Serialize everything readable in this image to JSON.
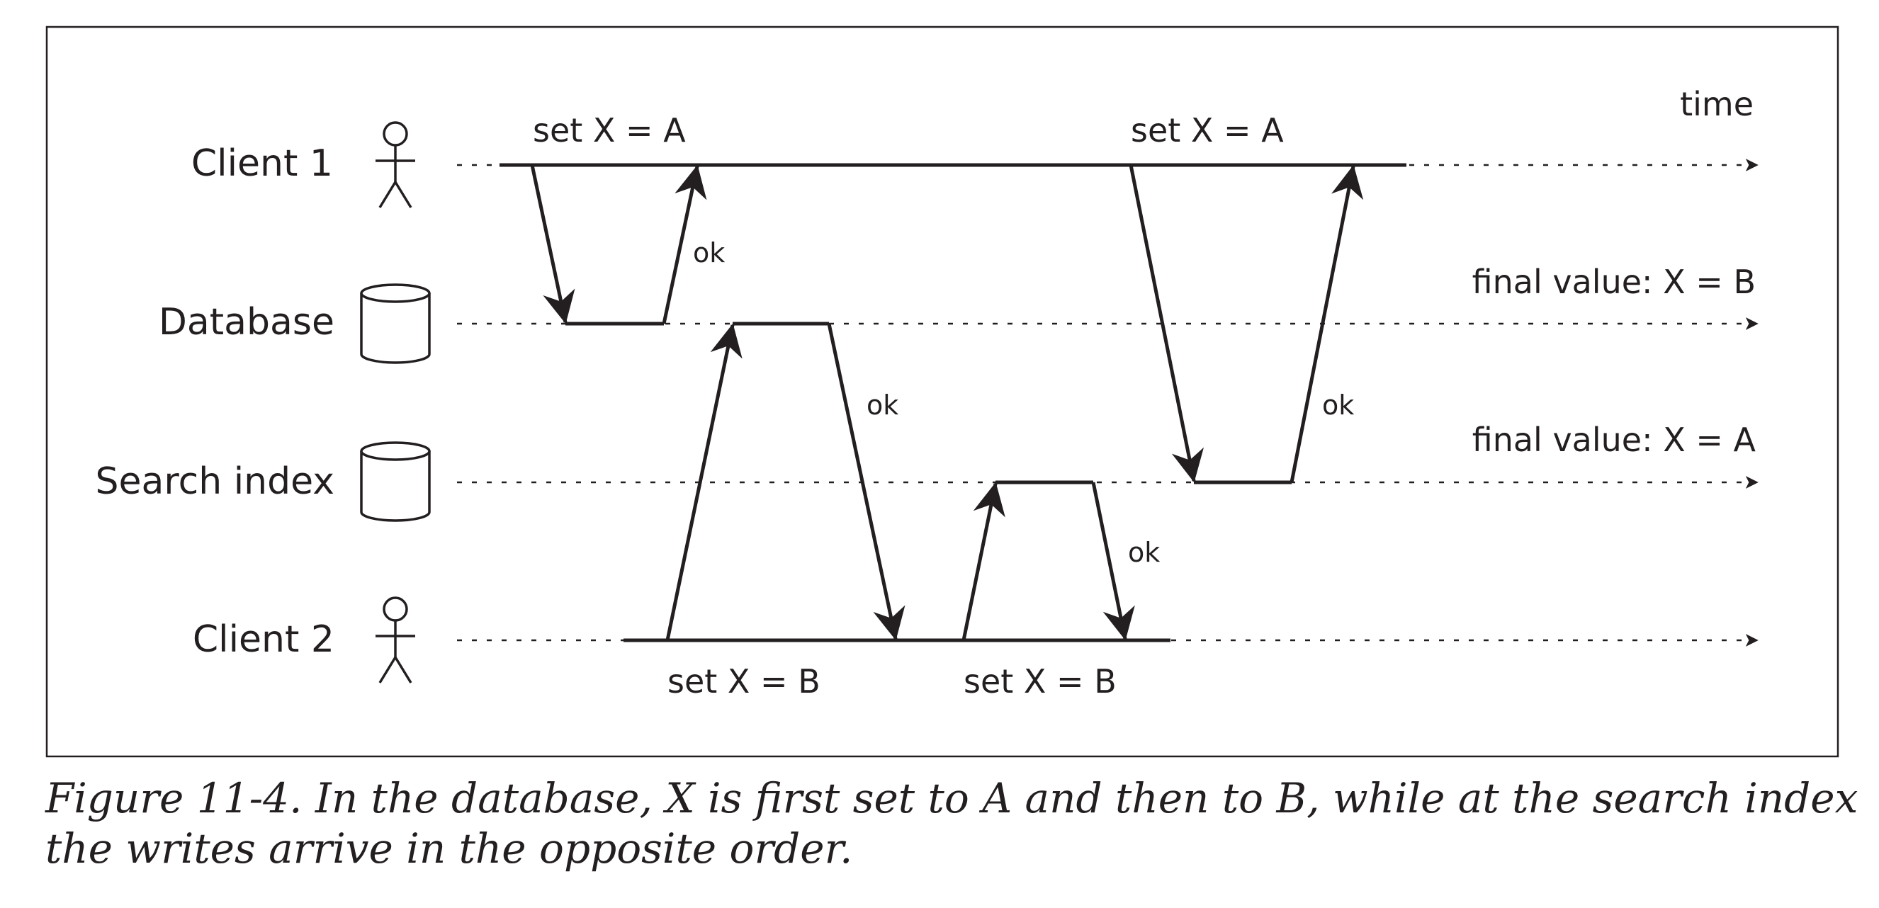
{
  "diagram": {
    "time_label": "time",
    "lanes": [
      {
        "id": "client1",
        "label": "Client 1",
        "icon": "person-icon"
      },
      {
        "id": "database",
        "label": "Database",
        "icon": "database-cylinder-icon"
      },
      {
        "id": "search",
        "label": "Search index",
        "icon": "database-cylinder-icon"
      },
      {
        "id": "client2",
        "label": "Client 2",
        "icon": "person-icon"
      }
    ],
    "final_values": {
      "database": "final value: X = B",
      "search": "final value: X = A"
    },
    "messages": {
      "c1_db_request": "set X = A",
      "c1_db_ok": "ok",
      "c2_db_request": "set X = B",
      "c2_db_ok": "ok",
      "c2_search_request": "set X = B",
      "c2_search_ok": "ok",
      "c1_search_request": "set X = A",
      "c1_search_ok": "ok"
    },
    "colors": {
      "ink": "#231f20",
      "background": "#ffffff"
    }
  },
  "caption": "Figure 11-4. In the database, X is first set to A and then to B, while at the search index the writes arrive in the opposite order."
}
